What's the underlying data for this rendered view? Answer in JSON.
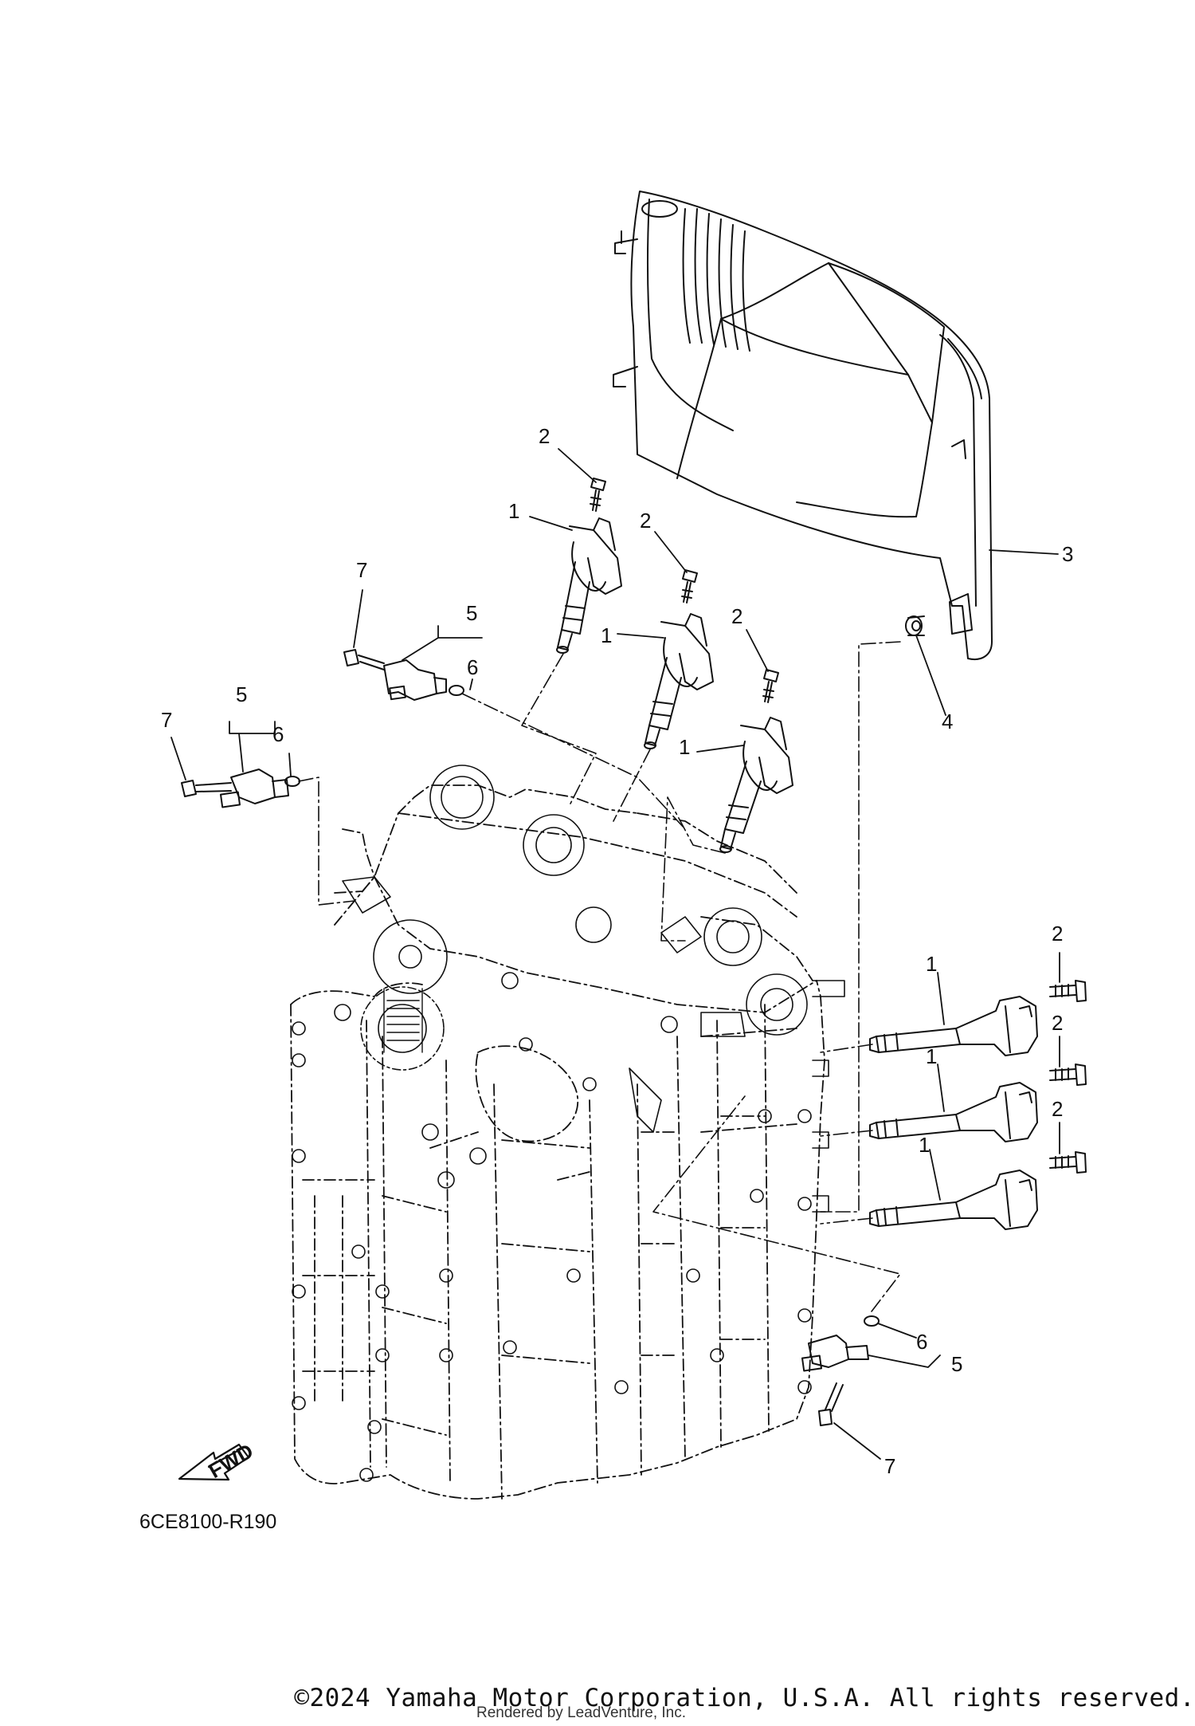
{
  "diagram": {
    "callouts": [
      "1",
      "1",
      "1",
      "1",
      "1",
      "1",
      "2",
      "2",
      "2",
      "2",
      "2",
      "2",
      "3",
      "4",
      "5",
      "5",
      "5",
      "6",
      "6",
      "6",
      "7",
      "7",
      "7"
    ],
    "fwd_label": "FWD",
    "reference_code": "6CE8100-R190"
  },
  "footer": {
    "copyright": "©2024 Yamaha Motor Corporation, U.S.A. All rights reserved.",
    "rendered_by": "Rendered by LeadVenture, Inc."
  }
}
